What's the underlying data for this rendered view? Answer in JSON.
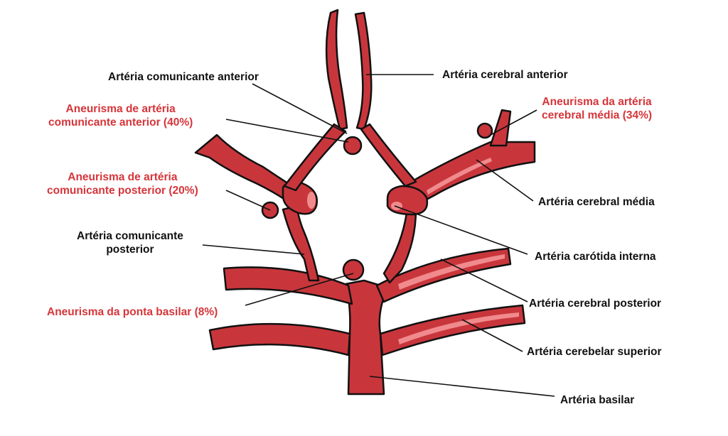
{
  "colors": {
    "vessel": "#c8363c",
    "vessel_outline": "#111111",
    "highlight": "#f08a8d",
    "aneurysm_label": "#d6353a",
    "label": "#111111"
  },
  "labels": {
    "arteria_comunicante_anterior": "Artéria comunicante anterior",
    "arteria_cerebral_anterior": "Artéria cerebral anterior",
    "aneurisma_acom_1": "Aneurisma de artéria",
    "aneurisma_acom_2": "comunicante anterior (40%)",
    "aneurisma_acm_1": "Aneurisma da artéria",
    "aneurisma_acm_2": "cerebral média (34%)",
    "aneurisma_acop_1": "Aneurisma de artéria",
    "aneurisma_acop_2": "comunicante posterior (20%)",
    "arteria_cerebral_media": "Artéria cerebral média",
    "arteria_comunicante_posterior_1": "Artéria comunicante",
    "arteria_comunicante_posterior_2": "posterior",
    "arteria_carotida_interna": "Artéria carótida interna",
    "aneurisma_ponta_basilar": "Aneurisma da ponta basilar (8%)",
    "arteria_cerebral_posterior": "Artéria cerebral posterior",
    "arteria_cerebelar_superior": "Artéria cerebelar superior",
    "arteria_basilar": "Artéria basilar"
  }
}
